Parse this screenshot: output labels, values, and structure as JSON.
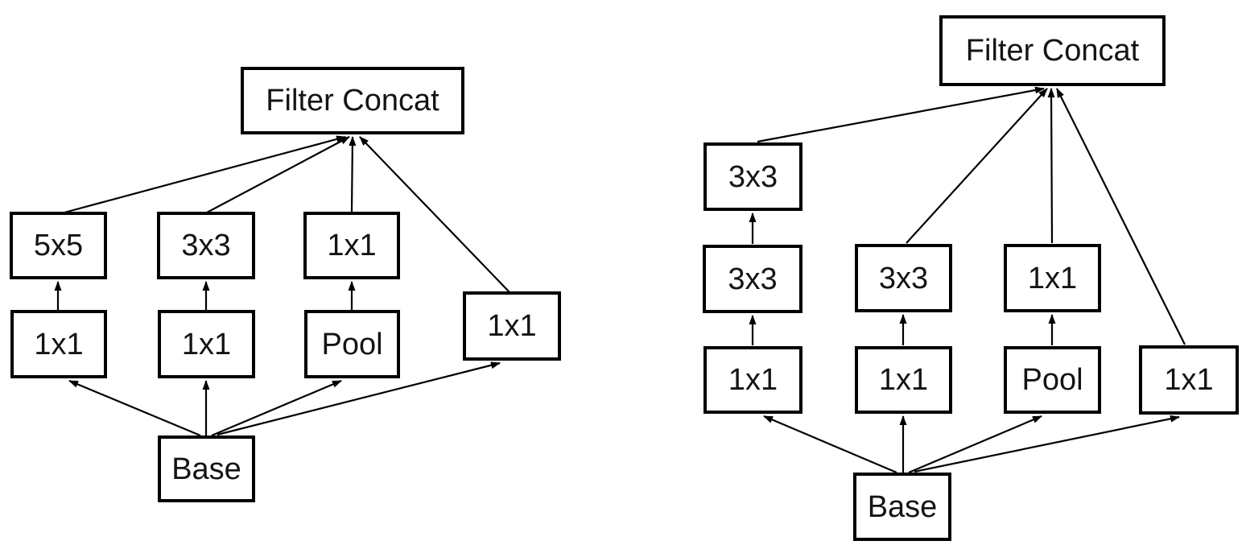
{
  "figure": {
    "background_color": "#ffffff",
    "line_color": "#000000",
    "box_border_color": "#000000",
    "diagrams": [
      {
        "id": "inception-module-original",
        "nodes": {
          "filter_concat": "Filter Concat",
          "branch1_conv": "5x5",
          "branch1_reduce": "1x1",
          "branch2_conv": "3x3",
          "branch2_reduce": "1x1",
          "branch3_conv": "1x1",
          "branch3_pool": "Pool",
          "branch4_conv": "1x1",
          "base": "Base"
        },
        "edges": [
          {
            "from": "base",
            "to": "branch1_reduce"
          },
          {
            "from": "base",
            "to": "branch2_reduce"
          },
          {
            "from": "base",
            "to": "branch3_pool"
          },
          {
            "from": "base",
            "to": "branch4_conv"
          },
          {
            "from": "branch1_reduce",
            "to": "branch1_conv"
          },
          {
            "from": "branch2_reduce",
            "to": "branch2_conv"
          },
          {
            "from": "branch3_pool",
            "to": "branch3_conv"
          },
          {
            "from": "branch1_conv",
            "to": "filter_concat"
          },
          {
            "from": "branch2_conv",
            "to": "filter_concat"
          },
          {
            "from": "branch3_conv",
            "to": "filter_concat"
          },
          {
            "from": "branch4_conv",
            "to": "filter_concat"
          }
        ]
      },
      {
        "id": "inception-module-factorized",
        "nodes": {
          "filter_concat": "Filter Concat",
          "branch1_conv_top": "3x3",
          "branch1_conv_mid": "3x3",
          "branch1_reduce": "1x1",
          "branch2_conv": "3x3",
          "branch2_reduce": "1x1",
          "branch3_conv": "1x1",
          "bran3_pool_unused": "",
          "branch3_pool": "Pool",
          "branch4_conv": "1x1",
          "base": "Base"
        },
        "edges": [
          {
            "from": "base",
            "to": "branch1_reduce"
          },
          {
            "from": "base",
            "to": "branch2_reduce"
          },
          {
            "from": "base",
            "to": "branch3_pool"
          },
          {
            "from": "base",
            "to": "branch4_conv"
          },
          {
            "from": "branch1_reduce",
            "to": "branch1_conv_mid"
          },
          {
            "from": "branch1_conv_mid",
            "to": "branch1_conv_top"
          },
          {
            "from": "branch2_reduce",
            "to": "branch2_conv"
          },
          {
            "from": "branch3_pool",
            "to": "branch3_conv"
          },
          {
            "from": "branch1_conv_top",
            "to": "filter_concat"
          },
          {
            "from": "branch2_conv",
            "to": "filter_concat"
          },
          {
            "from": "branch3_conv",
            "to": "filter_concat"
          },
          {
            "from": "branch4_conv",
            "to": "filter_concat"
          }
        ]
      }
    ]
  }
}
